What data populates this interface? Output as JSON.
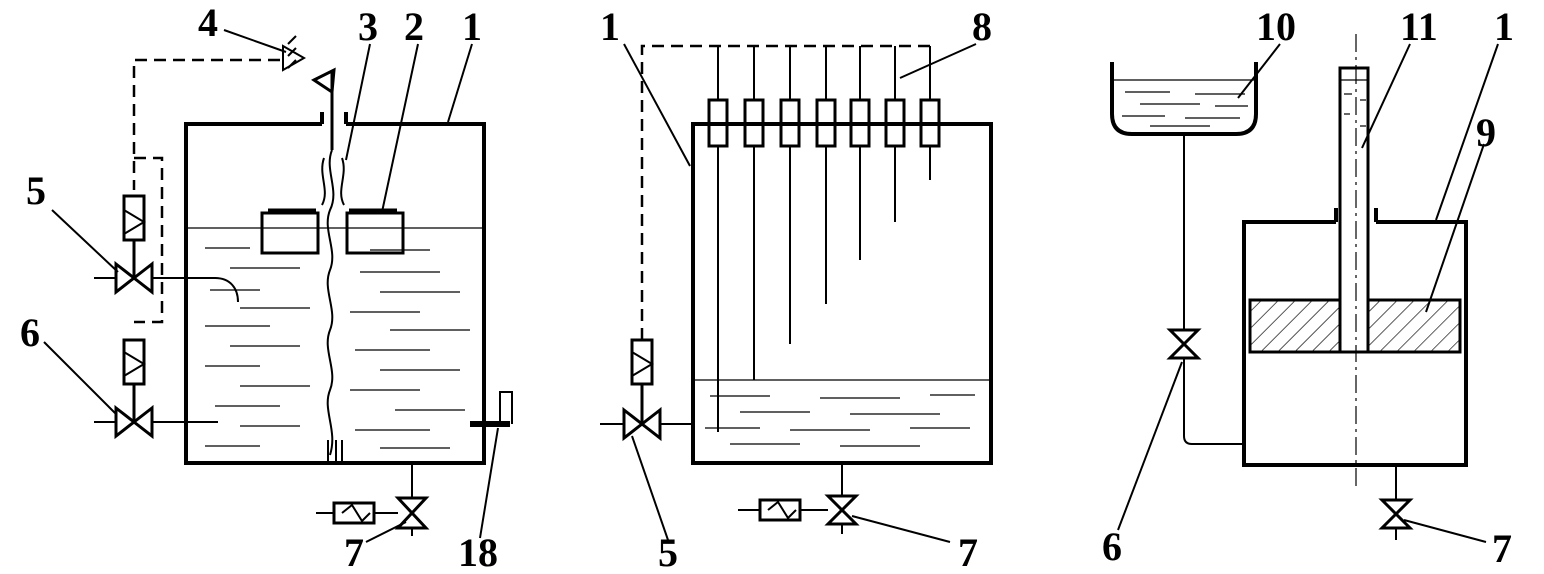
{
  "labels": {
    "fig1": {
      "n1": "1",
      "n2": "2",
      "n3": "3",
      "n4": "4",
      "n5": "5",
      "n6": "6",
      "n7": "7",
      "n18": "18"
    },
    "fig2": {
      "n1": "1",
      "n8": "8",
      "n5": "5",
      "n7": "7"
    },
    "fig3": {
      "n10": "10",
      "n11": "11",
      "n1": "1",
      "n9": "9",
      "n6": "6",
      "n7": "7"
    }
  }
}
